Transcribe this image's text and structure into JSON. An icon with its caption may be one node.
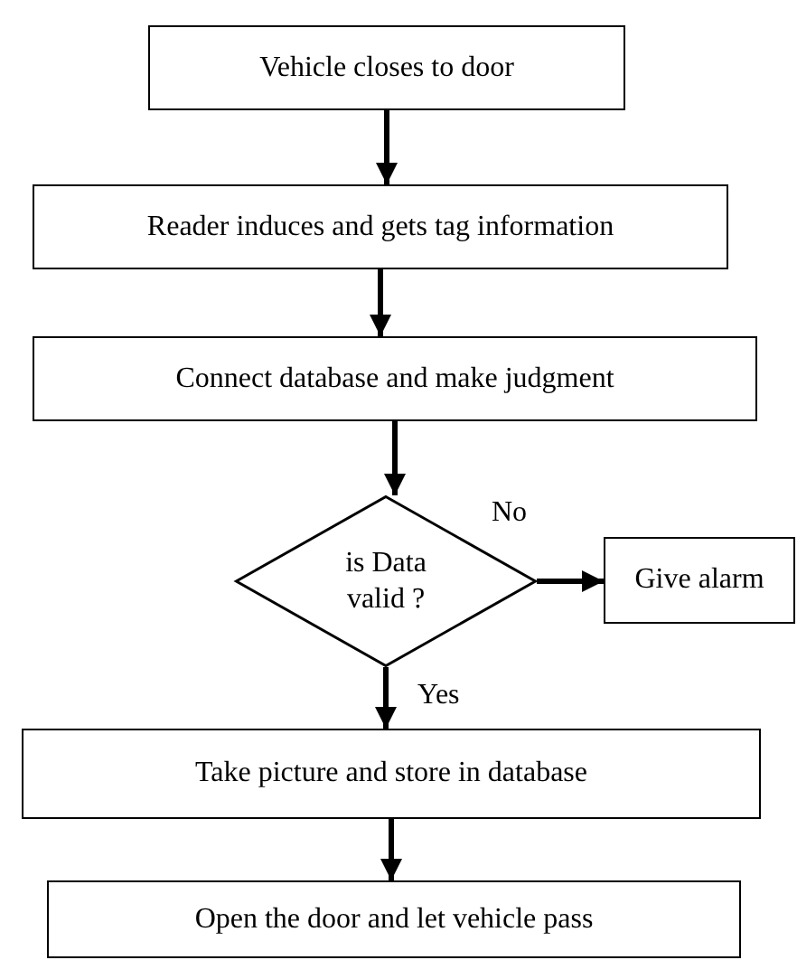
{
  "diagram": {
    "nodes": [
      {
        "text": [
          "Vehicle closes to door"
        ]
      },
      {
        "text": [
          "Reader induces and gets tag information"
        ]
      },
      {
        "text": [
          "Connect database and make judgment"
        ]
      },
      {
        "text": [
          "is Data valid ?"
        ]
      },
      {
        "text": [
          "Give alarm"
        ]
      },
      {
        "text": [
          "Take picture and store in database"
        ]
      },
      {
        "text": [
          "Open the door and let vehicle pass"
        ]
      }
    ],
    "edges": [
      {
        "from": 0,
        "to": 1,
        "arrow": "to"
      },
      {
        "from": 1,
        "to": 2,
        "arrow": "to"
      },
      {
        "from": 2,
        "to": 3,
        "arrow": "to"
      },
      {
        "from": 3,
        "to": 4,
        "arrow": "to",
        "label": "No"
      },
      {
        "from": 3,
        "to": 5,
        "arrow": "to",
        "label": "Yes"
      },
      {
        "from": 5,
        "to": 6,
        "arrow": "to"
      }
    ]
  }
}
